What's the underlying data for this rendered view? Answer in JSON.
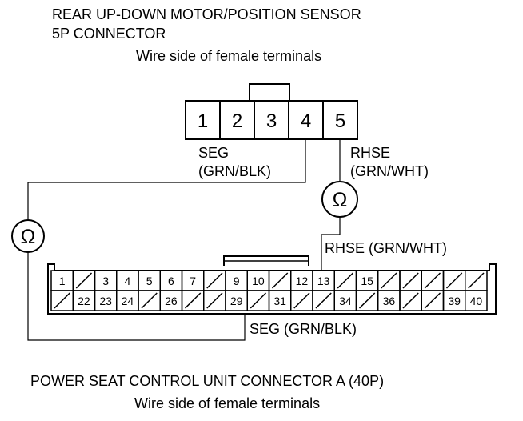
{
  "top_connector": {
    "title_line1": "REAR UP-DOWN MOTOR/POSITION SENSOR",
    "title_line2": "5P CONNECTOR",
    "subtitle": "Wire side of female terminals",
    "pins": [
      "1",
      "2",
      "3",
      "4",
      "5"
    ]
  },
  "wires": {
    "seg_top_name": "SEG",
    "seg_top_color": "(GRN/BLK)",
    "rhse_top_name": "RHSE",
    "rhse_top_color": "(GRN/WHT)",
    "rhse_bottom": "RHSE (GRN/WHT)",
    "seg_bottom": "SEG (GRN/BLK)"
  },
  "meters": {
    "left_symbol": "Ω",
    "right_symbol": "Ω"
  },
  "bottom_connector": {
    "title": "POWER SEAT CONTROL UNIT CONNECTOR A (40P)",
    "subtitle": "Wire side of female terminals",
    "row1": [
      "1",
      "",
      "3",
      "4",
      "5",
      "6",
      "7",
      "",
      "9",
      "10",
      "",
      "12",
      "13",
      "",
      "15",
      "",
      "",
      "",
      "",
      ""
    ],
    "row2": [
      "",
      "22",
      "23",
      "24",
      "",
      "26",
      "",
      "",
      "29",
      "",
      "31",
      "",
      "",
      "34",
      "",
      "36",
      "",
      "",
      "39",
      "40"
    ]
  }
}
